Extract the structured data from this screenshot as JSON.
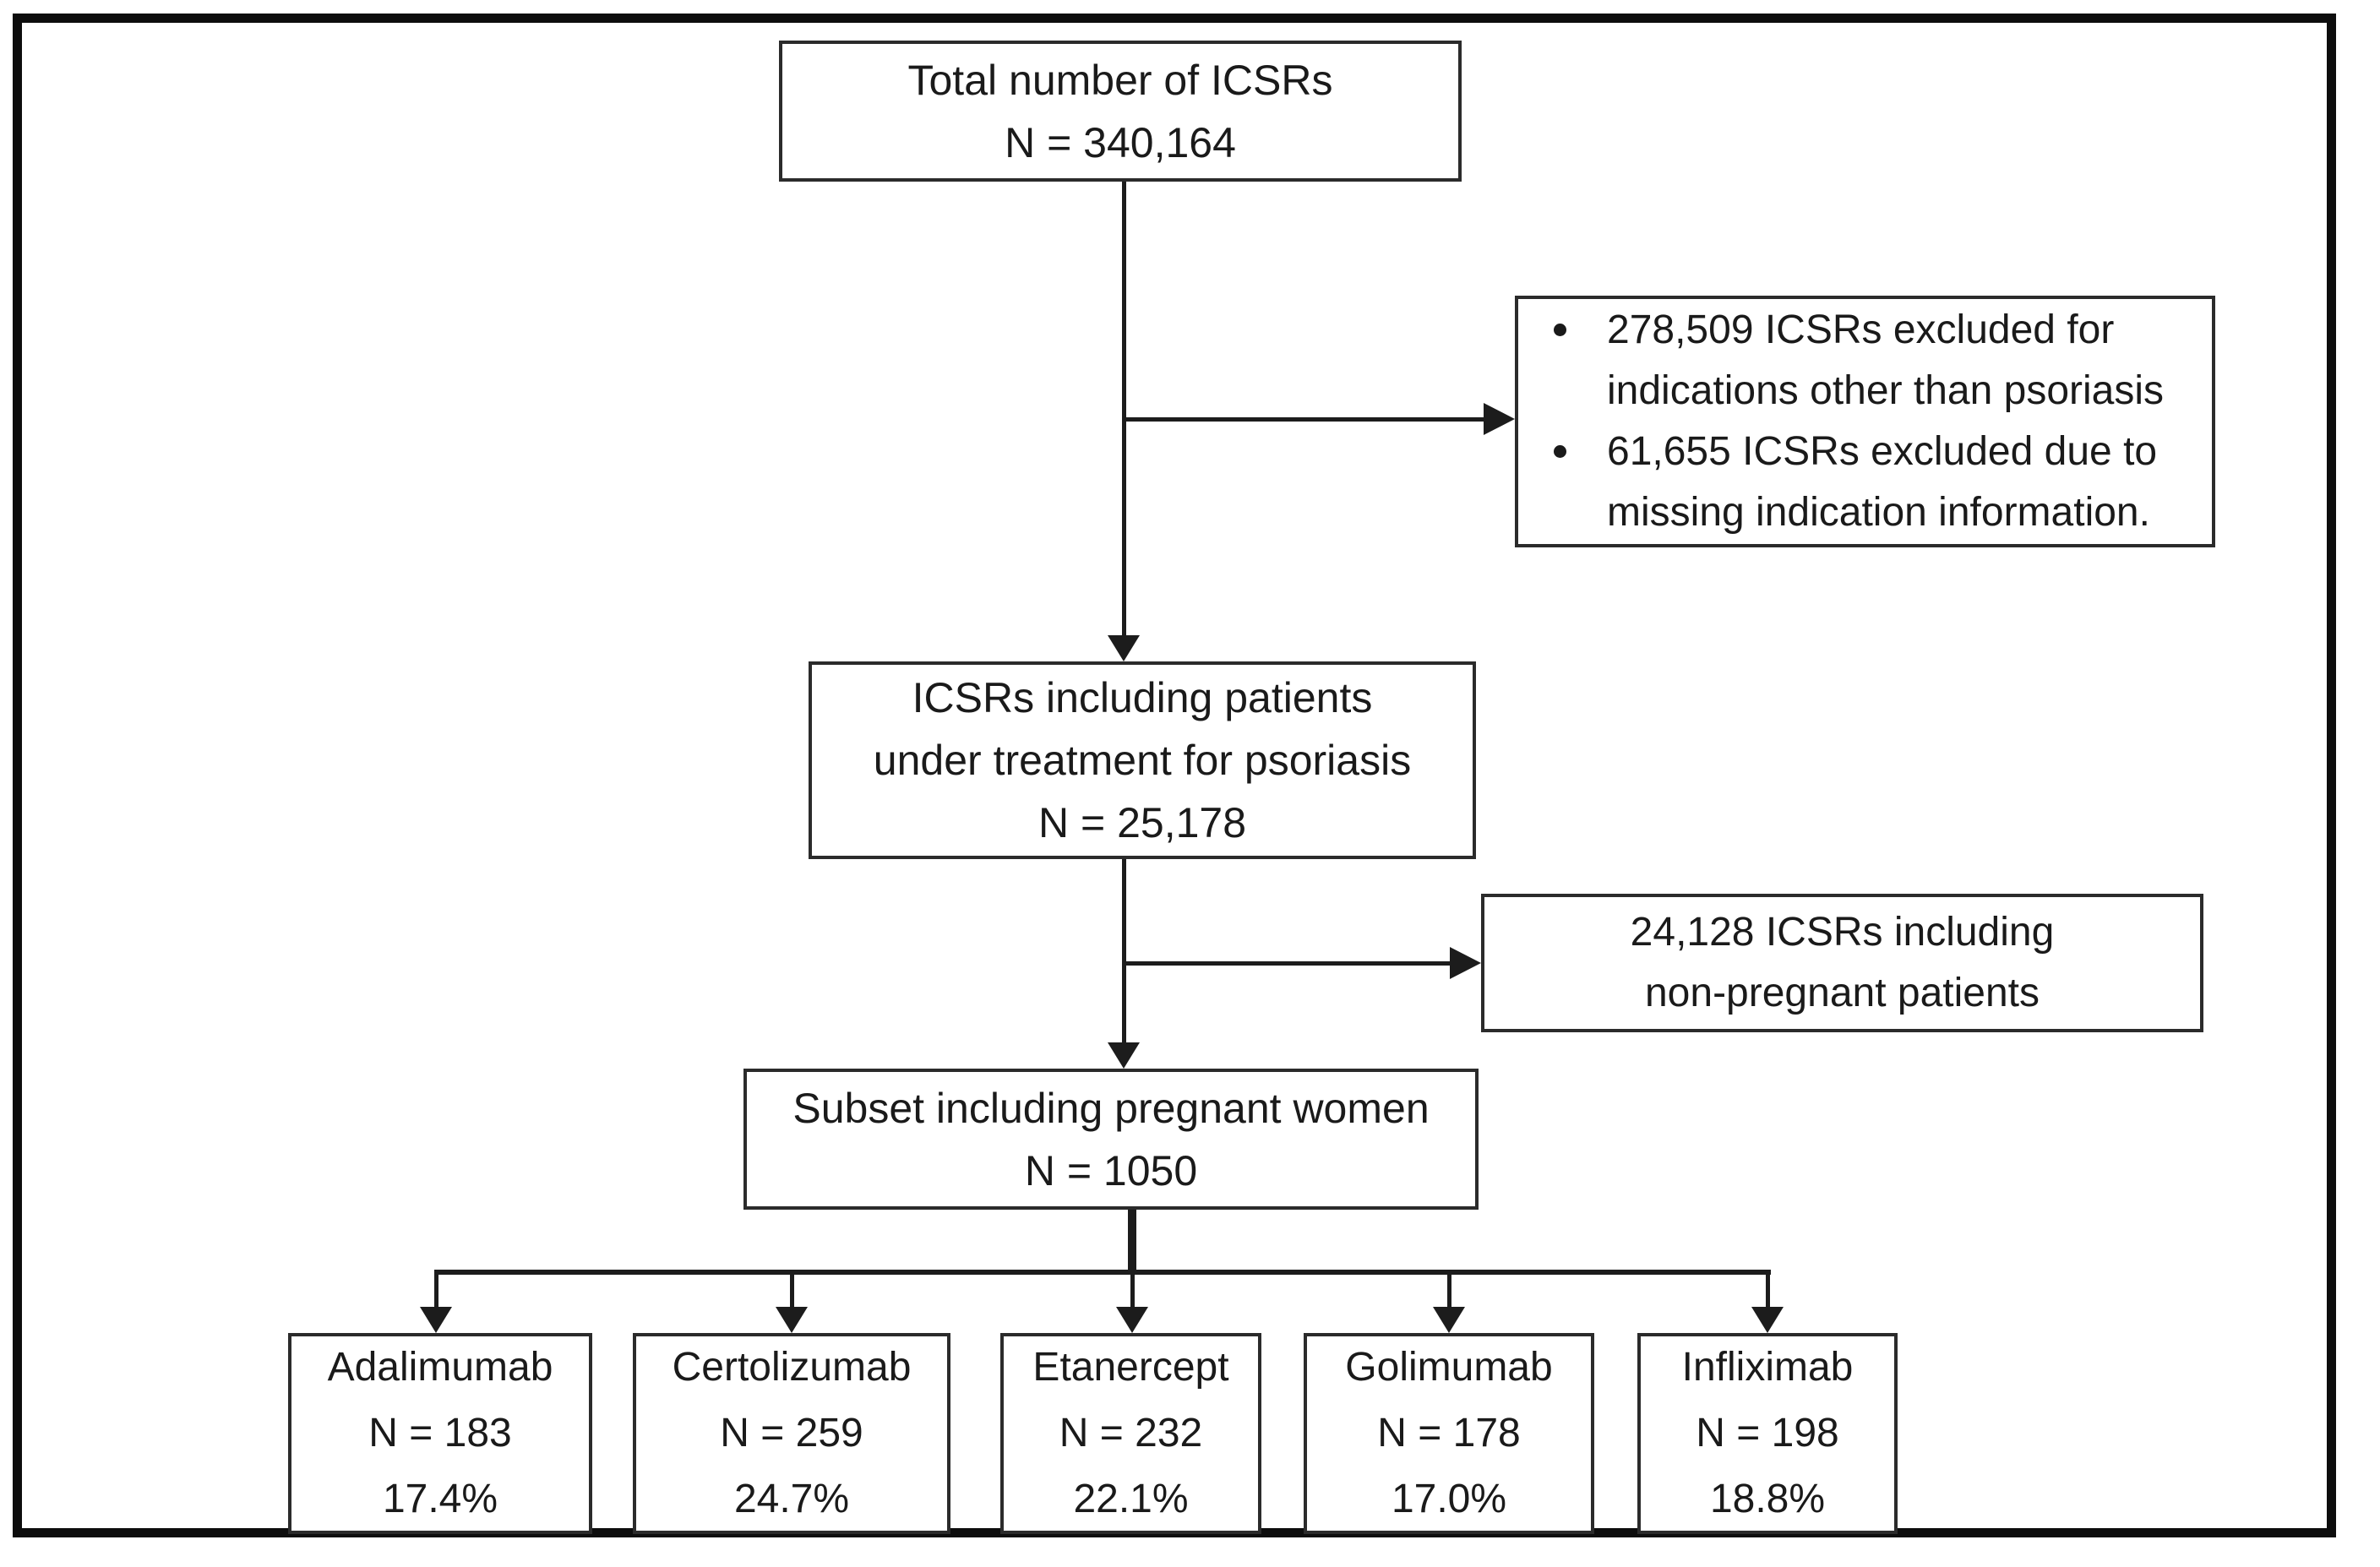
{
  "flowchart": {
    "total_box": {
      "line1": "Total number of ICSRs",
      "line2": "N = 340,164"
    },
    "exclusion1_box": {
      "bullet1_line1": "278,509 ICSRs excluded for",
      "bullet1_line2": "indications other than psoriasis",
      "bullet2_line1": "61,655 ICSRs excluded due to",
      "bullet2_line2": "missing indication information."
    },
    "psoriasis_box": {
      "line1": "ICSRs including patients",
      "line2": "under treatment for psoriasis",
      "line3": "N = 25,178"
    },
    "exclusion2_box": {
      "line1": "24,128 ICSRs including",
      "line2": "non-pregnant patients"
    },
    "pregnant_box": {
      "line1": "Subset including pregnant women",
      "line2": "N = 1050"
    },
    "drug_boxes": [
      {
        "name": "Adalimumab",
        "count": "N = 183",
        "percent": "17.4%"
      },
      {
        "name": "Certolizumab",
        "count": "N = 259",
        "percent": "24.7%"
      },
      {
        "name": "Etanercept",
        "count": "N = 232",
        "percent": "22.1%"
      },
      {
        "name": "Golimumab",
        "count": "N = 178",
        "percent": "17.0%"
      },
      {
        "name": "Infliximab",
        "count": "N = 198",
        "percent": "18.8%"
      }
    ],
    "colors": {
      "line": "#1c1c1c",
      "border": "#2b2b2b",
      "text": "#1a1a1a",
      "background": "#ffffff"
    }
  }
}
